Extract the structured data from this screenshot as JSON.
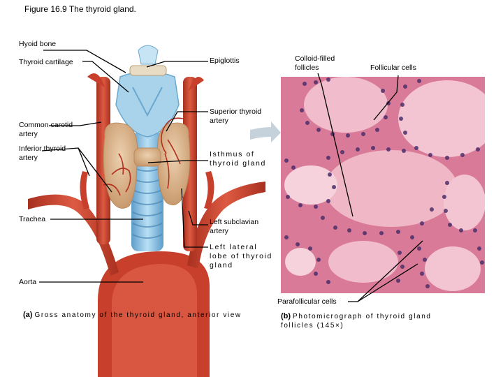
{
  "title": "Figure 16.9  The thyroid gland.",
  "labels": {
    "hyoid_bone": "Hyoid bone",
    "thyroid_cartilage": "Thyroid cartilage",
    "common_carotid": "Common carotid artery",
    "inferior_thyroid": "Inferior thyroid artery",
    "trachea": "Trachea",
    "aorta": "Aorta",
    "epiglottis": "Epiglottis",
    "superior_thyroid": "Superior thyroid artery",
    "isthmus": "Isthmus of thyroid gland",
    "left_subclavian": "Left subclavian artery",
    "left_lateral_lobe": "Left lateral lobe of thyroid gland",
    "colloid_follicles": "Colloid-filled follicles",
    "follicular_cells": "Follicular cells",
    "parafollicular_cells": "Parafollicular cells"
  },
  "captions": {
    "a_letter": "(a)",
    "a_text": "Gross anatomy of the thyroid gland, anterior view",
    "b_letter": "(b)",
    "b_text": "Photomicrograph of thyroid gland follicles (145×)"
  },
  "colors": {
    "artery": "#c8402c",
    "thyroid": "#d9b48e",
    "cartilage": "#a9d3ea",
    "colloid": "#f0b8c6",
    "nuclei": "#4b2f6a"
  }
}
